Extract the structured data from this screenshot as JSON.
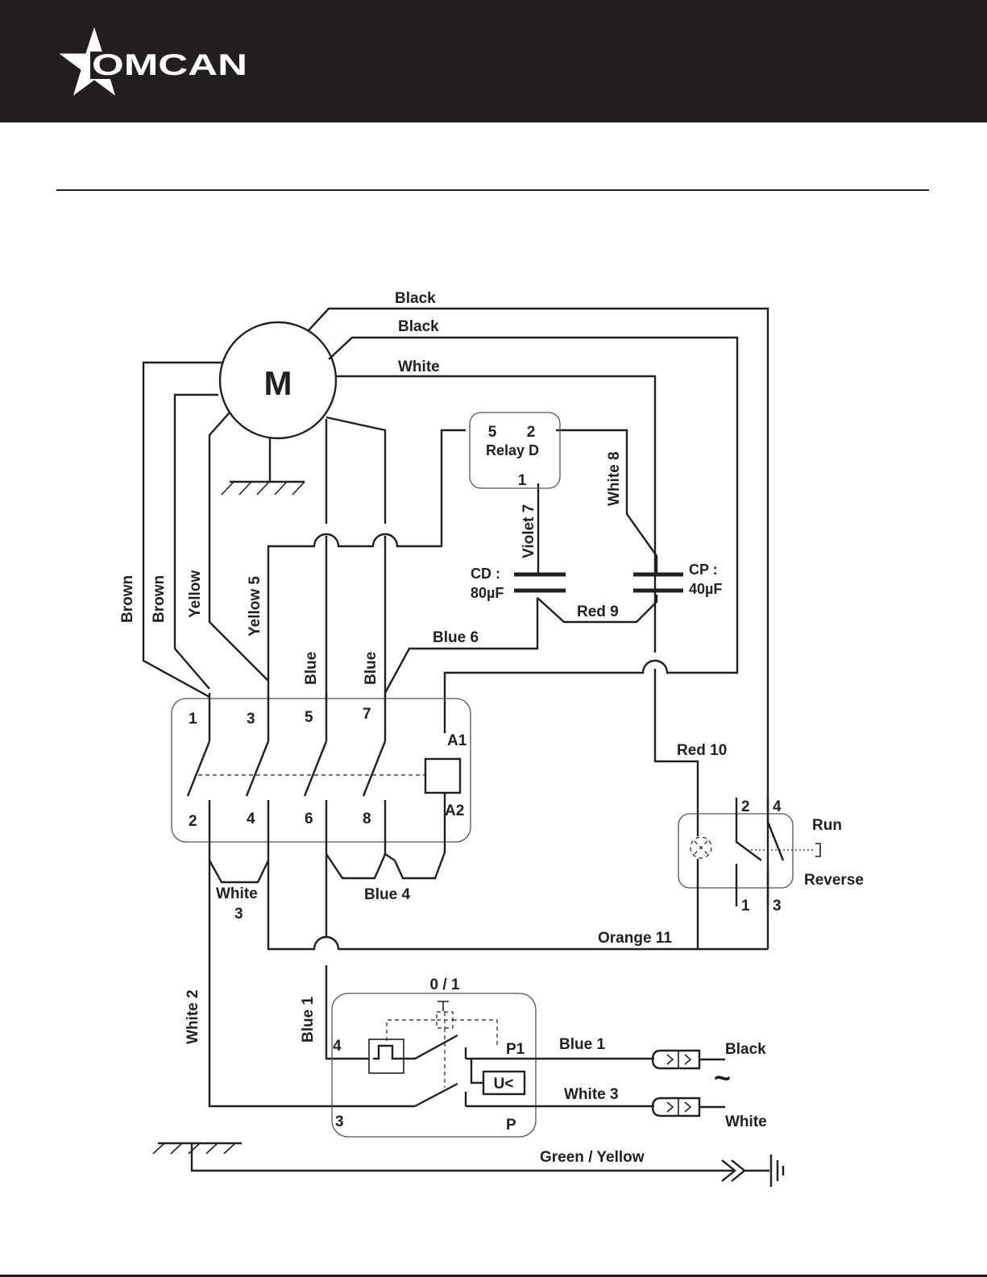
{
  "brand": {
    "name": "OMCAN"
  },
  "diagram": {
    "motor": "M",
    "wires": {
      "black_1": "Black",
      "black_2": "Black",
      "white_top": "White",
      "brown_1": "Brown",
      "brown_2": "Brown",
      "yellow": "Yellow",
      "yellow_5": "Yellow 5",
      "blue_a": "Blue",
      "blue_b": "Blue",
      "blue_6": "Blue 6",
      "violet_7": "Violet  7",
      "white_8": "White 8",
      "red_9": "Red   9",
      "red_10": "Red  10",
      "orange_11": "Orange 11",
      "white_3_top": "White",
      "white_3_num": "3",
      "blue_4": "Blue 4",
      "white_2": "White 2",
      "blue_1_vertical": "Blue 1",
      "blue_1": "Blue 1",
      "white_3": "White 3",
      "green_yellow": "Green / Yellow"
    },
    "relay": {
      "t5": "5",
      "t2": "2",
      "label": "Relay D",
      "t1": "1"
    },
    "capacitors": {
      "cd_label": "CD :",
      "cd_value": "80µF",
      "cp_label": "CP :",
      "cp_value": "40µF"
    },
    "contactor": {
      "top": [
        "1",
        "3",
        "5",
        "7"
      ],
      "bottom": [
        "2",
        "4",
        "6",
        "8"
      ],
      "coil_a1": "A1",
      "coil_a2": "A2"
    },
    "reverse_switch": {
      "t2": "2",
      "t4": "4",
      "t1": "1",
      "t3": "3",
      "run": "Run",
      "reverse": "Reverse"
    },
    "main_switch": {
      "label": "0 / 1",
      "t4": "4",
      "t3": "3",
      "p1": "P1",
      "p": "P",
      "undervoltage": "U<"
    },
    "supply": {
      "black": "Black",
      "white": "White",
      "tilde": "~"
    }
  }
}
